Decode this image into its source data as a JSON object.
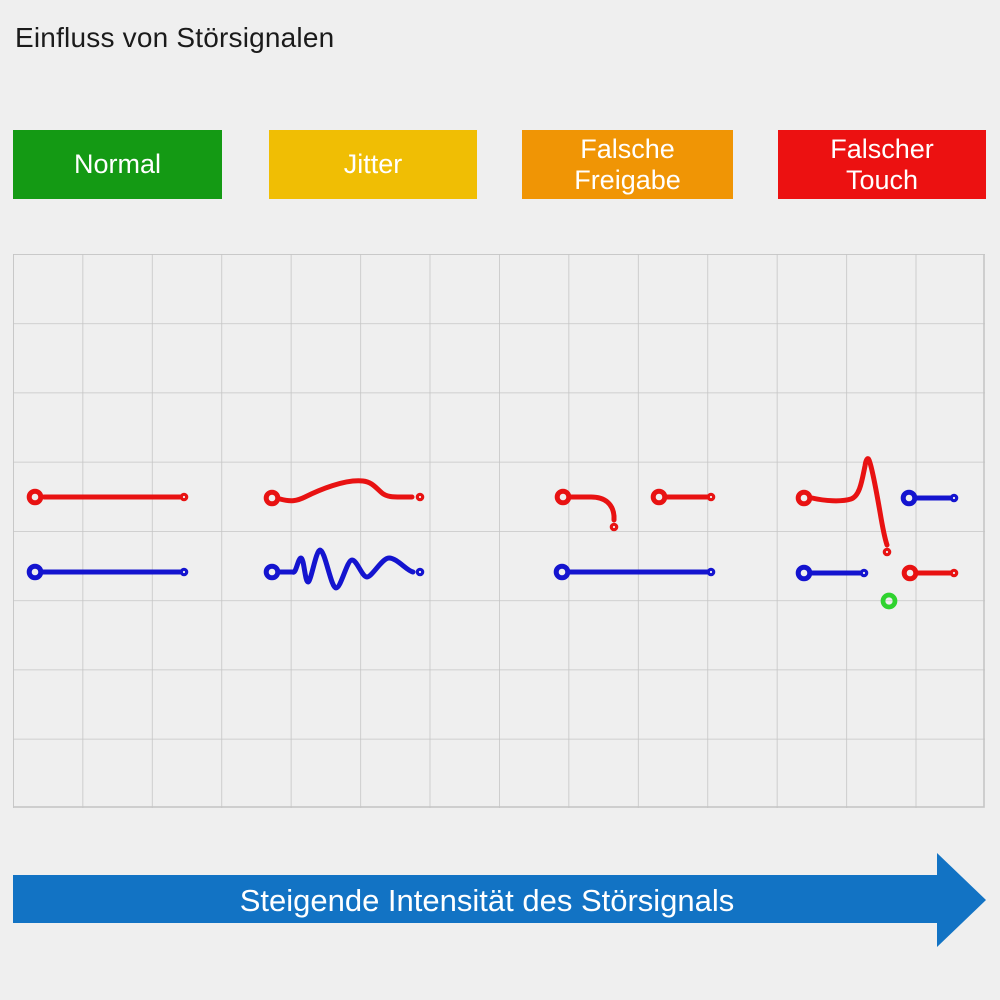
{
  "title": "Einfluss von Störsignalen",
  "legend": [
    {
      "label": "Normal",
      "color": "#149A14"
    },
    {
      "label": "Jitter",
      "color": "#F0BE04"
    },
    {
      "label": "Falsche Freigabe",
      "color": "#F09505"
    },
    {
      "label": "Falscher Touch",
      "color": "#EC1111"
    }
  ],
  "grid": {
    "columns": 14,
    "rows": 8
  },
  "panels": [
    {
      "label": "Normal",
      "traces": [
        "red-signal-straight",
        "blue-signal-straight"
      ]
    },
    {
      "label": "Jitter",
      "traces": [
        "red-signal-wobbly",
        "blue-signal-oscillating"
      ]
    },
    {
      "label": "Falsche Freigabe",
      "traces": [
        "red-signal-dropout",
        "red-signal-resume",
        "blue-signal-straight"
      ]
    },
    {
      "label": "Falscher Touch",
      "traces": [
        "red-signal-spike-drop",
        "blue-signal-short",
        "blue-signal-short",
        "red-signal-short",
        "green-false-touch-marker"
      ]
    }
  ],
  "arrow": {
    "label": "Steigende Intensität des Störsignals",
    "color": "#1273C4"
  },
  "colors": {
    "background": "#EFEFEF",
    "text": "#1B1B1B",
    "grid_line": "#C5C5C5",
    "red_signal": "#E81212",
    "blue_signal": "#1414CF",
    "green_marker": "#2FD32F",
    "arrow_color": "#1273C4"
  }
}
